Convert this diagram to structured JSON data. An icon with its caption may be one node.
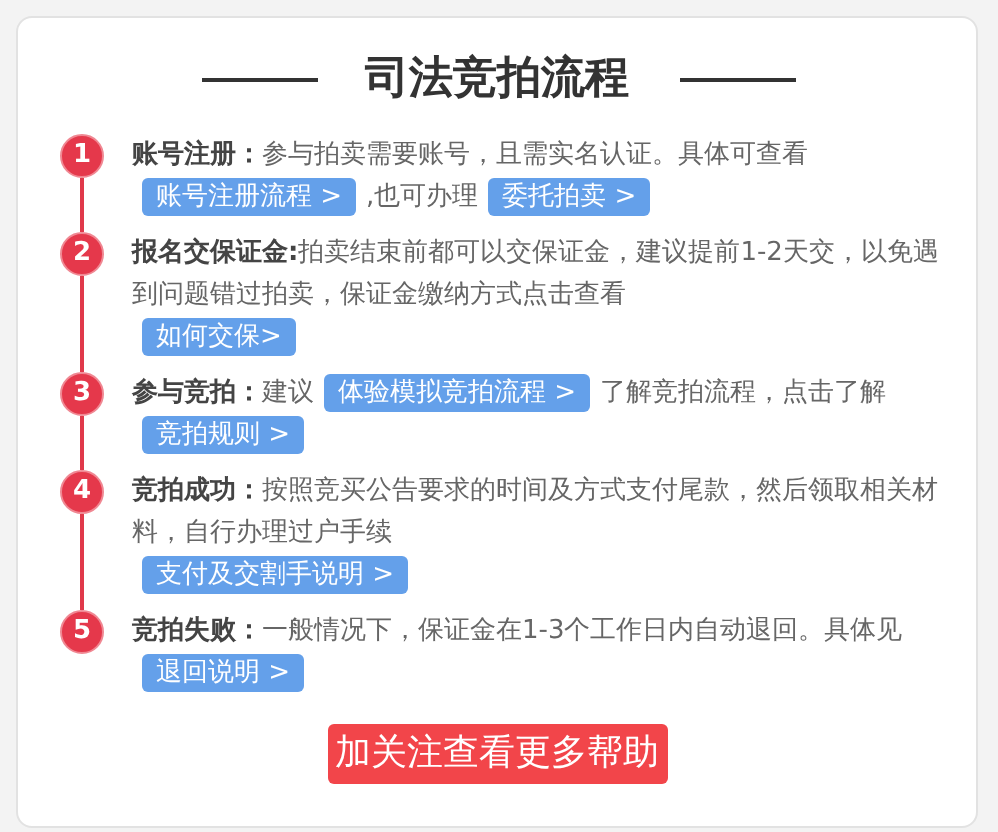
{
  "diagram": {
    "title": "司法竞拍流程",
    "nodes": [
      {
        "text": [
          "1"
        ]
      },
      {
        "text": [
          "账号注册流程 >"
        ]
      },
      {
        "text": [
          "委托拍卖 >"
        ]
      },
      {
        "text": [
          "2"
        ]
      },
      {
        "text": [
          "如何交保>"
        ]
      },
      {
        "text": [
          "3"
        ]
      },
      {
        "text": [
          "体验模拟竞拍流程 >"
        ]
      },
      {
        "text": [
          "竞拍规则 >"
        ]
      },
      {
        "text": [
          "4"
        ]
      },
      {
        "text": [
          "支付及交割手说明 >"
        ]
      },
      {
        "text": [
          "5"
        ]
      },
      {
        "text": [
          "退回说明 >"
        ]
      },
      {
        "text": [
          "加关注查看更多帮助"
        ]
      }
    ],
    "edges": [
      {
        "from": 0,
        "to": 3,
        "arrow": "none"
      },
      {
        "from": 3,
        "to": 5,
        "arrow": "none"
      },
      {
        "from": 5,
        "to": 8,
        "arrow": "none"
      },
      {
        "from": 8,
        "to": 10,
        "arrow": "none"
      }
    ],
    "labels": [
      "**账号注册：**参与拍卖需要账号，且需实名认证。具体可查看",
      ",也可办理",
      "**报名交保证金:**拍卖结束前都可以交保证金，建议提前1-2天交，以免遇到问题错过拍卖，保证金缴纳方式点击查看",
      "**参与竞拍：**建议",
      "了解竞拍流程，点击了解",
      "**竞拍成功：**按照竞买公告要求的时间及方式支付尾款，然后领取相关材料，自行办理过户手续",
      "**竞拍失败：**一般情况下，保证金在1-3个工作日内自动退回。具体见"
    ]
  }
}
